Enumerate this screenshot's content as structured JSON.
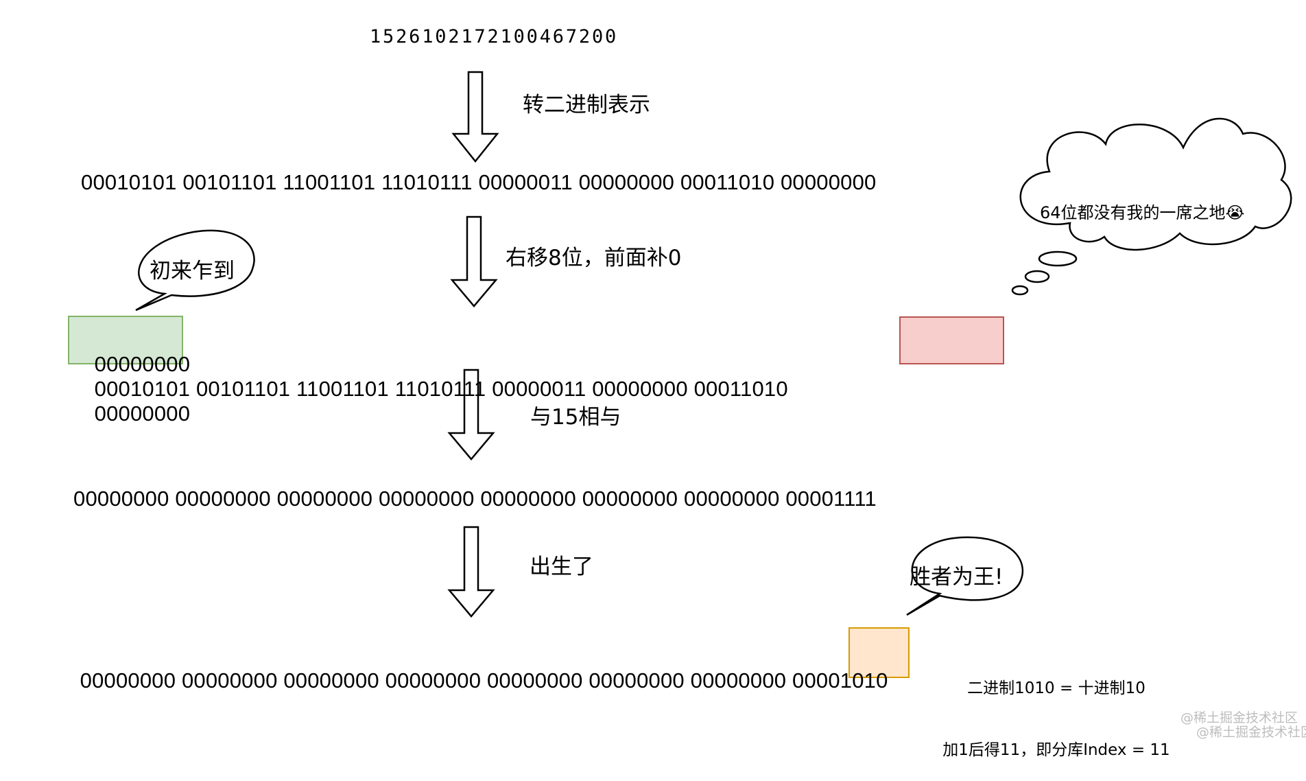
{
  "source_number": "1526102172100467200",
  "steps": [
    {
      "arrow_label": "转二进制表示"
    },
    {
      "arrow_label": "右移8位，前面补0"
    },
    {
      "arrow_label": "与15相与"
    },
    {
      "arrow_label": "出生了"
    }
  ],
  "rows": {
    "binary": "00010101 00101101 11001101 11010111 00000011 00000000 00011010 00000000",
    "shifted_prefix": "00000000",
    "shifted_middle": "00010101 00101101 11001101 11010111 00000011 00000000 00011010",
    "shifted_suffix": "00000000",
    "mask": "00000000 00000000 00000000 00000000 00000000 00000000 00000000 00001111",
    "result_prefix": "00000000 00000000 00000000 00000000 00000000 00000000 00000000 0000",
    "result_suffix": "1010"
  },
  "bubbles": {
    "newcomer": "初来乍到",
    "thought": "64位都没有我的一席之地😭",
    "winner": "胜者为王!"
  },
  "note": {
    "line1": "二进制1010 = 十进制10",
    "line2": "加1后得11，即分库Index = 11"
  },
  "watermark": {
    "line1": "@稀土掘金技术社区",
    "line2": "@稀土掘金技术社区"
  },
  "colors": {
    "green_fill": "#d5e8d4",
    "green_border": "#82b366",
    "red_fill": "#f8cecc",
    "red_border": "#b85450",
    "orange_fill": "#ffe6cc",
    "orange_border": "#d79b00"
  }
}
